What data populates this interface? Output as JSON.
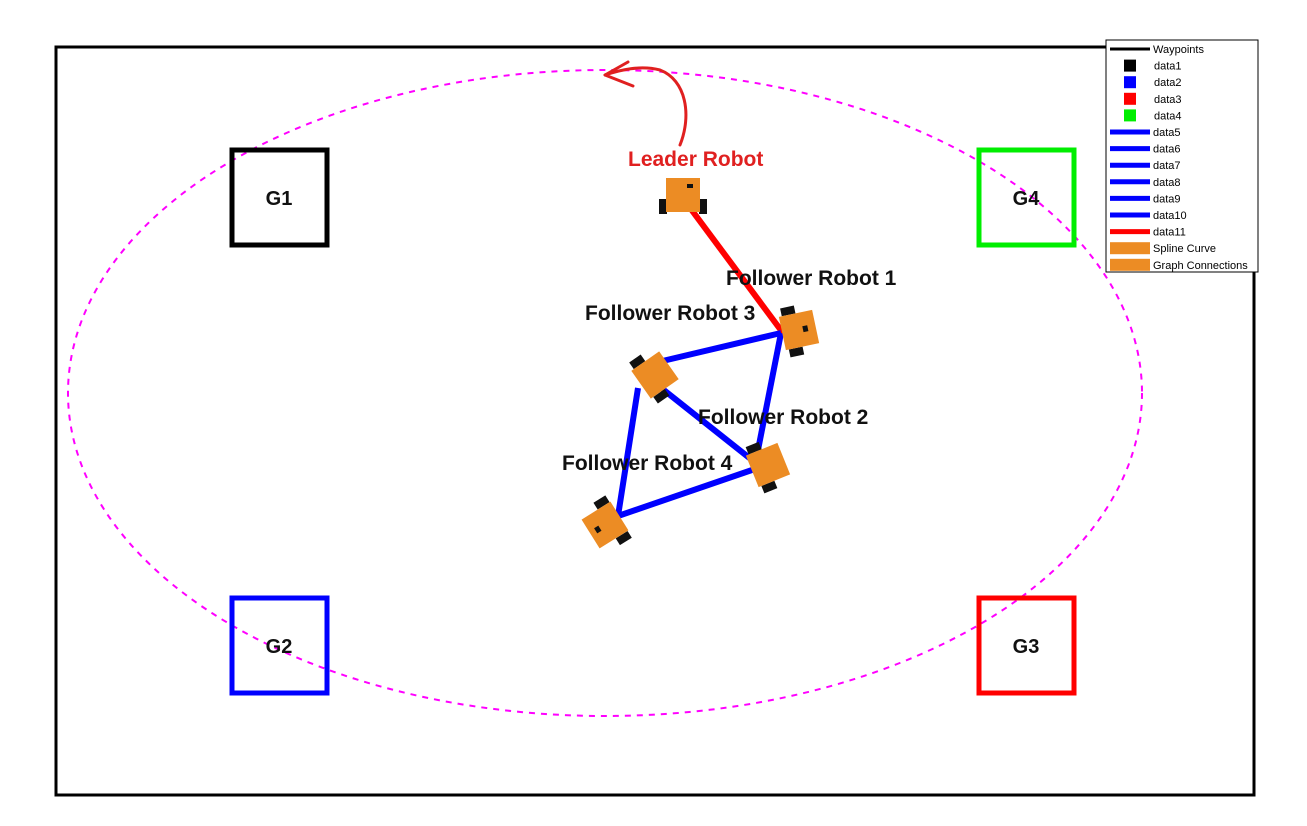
{
  "colors": {
    "frame": "#000000",
    "path": "#ff00ff",
    "robot_body": "#ec8c24",
    "robot_wheel": "#111111",
    "leader_link": "#ff0000",
    "graph_link": "#0000ff",
    "leader_label": "#e02020",
    "follower_label": "#111111",
    "arrow": "#e02020"
  },
  "goals": [
    {
      "id": "g1",
      "label": "G1",
      "color": "#000000"
    },
    {
      "id": "g2",
      "label": "G2",
      "color": "#0000ff"
    },
    {
      "id": "g3",
      "label": "G3",
      "color": "#ff0000"
    },
    {
      "id": "g4",
      "label": "G4",
      "color": "#00ee00"
    }
  ],
  "robots": {
    "leader": {
      "label": "Leader Robot"
    },
    "follower1": {
      "label": "Follower Robot 1"
    },
    "follower2": {
      "label": "Follower Robot 2"
    },
    "follower3": {
      "label": "Follower Robot 3"
    },
    "follower4": {
      "label": "Follower Robot 4"
    }
  },
  "legend": {
    "entries": [
      {
        "label": "Waypoints",
        "swatch": "line",
        "color": "#000000"
      },
      {
        "label": "data1",
        "swatch": "square",
        "color": "#000000"
      },
      {
        "label": "data2",
        "swatch": "square",
        "color": "#0000ff"
      },
      {
        "label": "data3",
        "swatch": "square",
        "color": "#ff0000"
      },
      {
        "label": "data4",
        "swatch": "square",
        "color": "#00ee00"
      },
      {
        "label": "data5",
        "swatch": "line",
        "color": "#0000ff"
      },
      {
        "label": "data6",
        "swatch": "line",
        "color": "#0000ff"
      },
      {
        "label": "data7",
        "swatch": "line",
        "color": "#0000ff"
      },
      {
        "label": "data8",
        "swatch": "line",
        "color": "#0000ff"
      },
      {
        "label": "data9",
        "swatch": "line",
        "color": "#0000ff"
      },
      {
        "label": "data10",
        "swatch": "line",
        "color": "#0000ff"
      },
      {
        "label": "data11",
        "swatch": "line",
        "color": "#ff0000"
      },
      {
        "label": "Spline Curve",
        "swatch": "patch",
        "color": "#ec8c24"
      },
      {
        "label": "Graph Connections",
        "swatch": "patch",
        "color": "#ec8c24"
      }
    ]
  }
}
